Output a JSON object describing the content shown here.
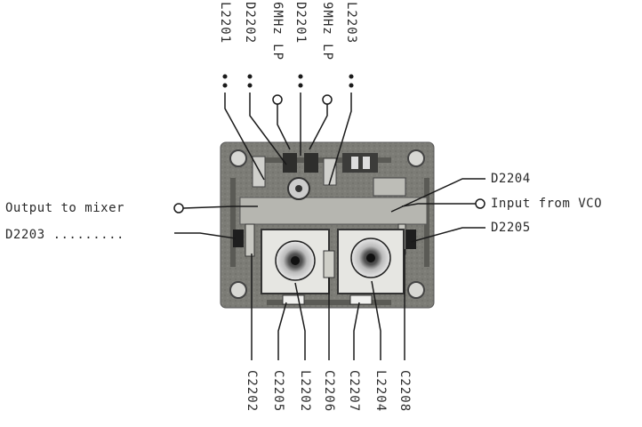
{
  "top_labels": {
    "l2201": "L2201",
    "d2202": "D2202",
    "lp6": "6MHz LP",
    "d2201": "D2201",
    "lp9": "9MHz LP",
    "l2203": "L2203"
  },
  "side_labels": {
    "output_to_mixer": "Output to mixer",
    "d2203": "D2203 .........",
    "d2204": "D2204",
    "input_from_vco": "Input from VCO",
    "d2205": "D2205"
  },
  "bottom_labels": {
    "c2202": "C2202",
    "c2205": "C2205",
    "l2202": "L2202",
    "c2206": "C2206",
    "c2207": "C2207",
    "l2204": "L2204",
    "c2208": "C2208"
  },
  "colors": {
    "board": "#7a7a74",
    "board_dark": "#4a4a46",
    "leader": "#1a1a1a"
  }
}
